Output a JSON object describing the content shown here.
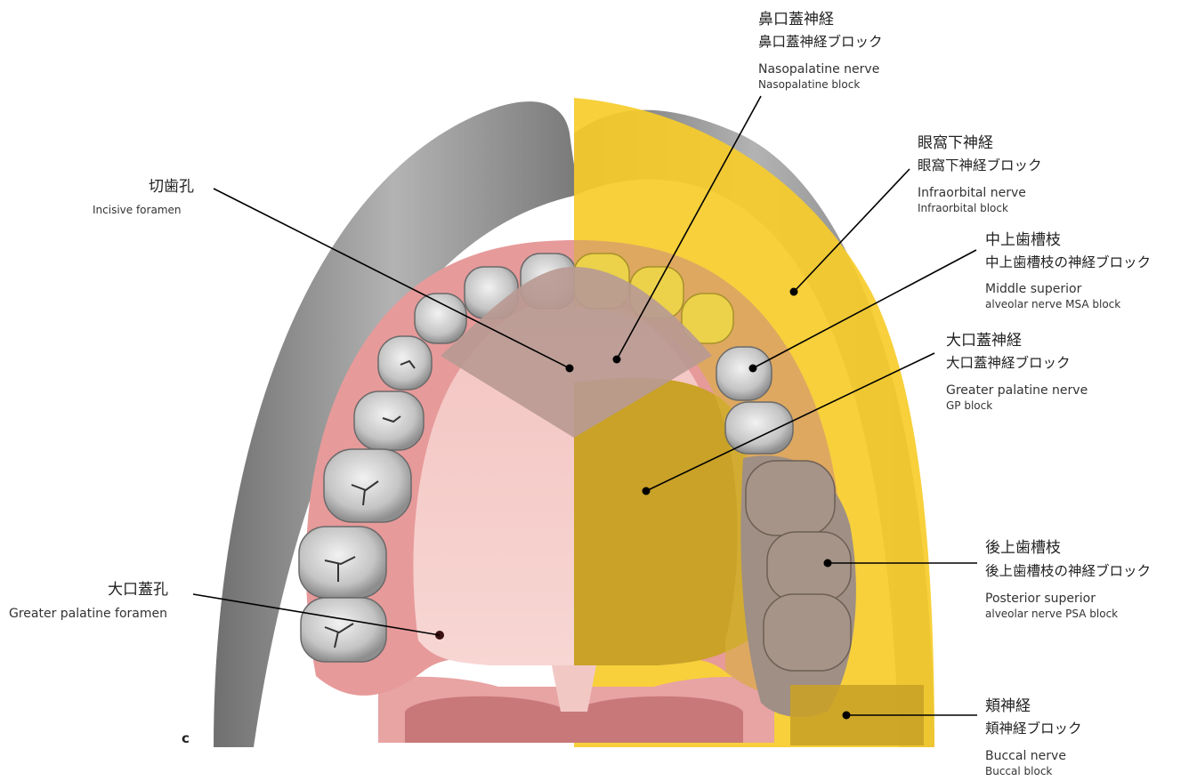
{
  "panel_label": "c",
  "labels": {
    "nasopalatine": {
      "jp_name": "鼻口蓋神経",
      "jp_block": "鼻口蓋神経ブロック",
      "en_name": "Nasopalatine nerve",
      "en_block": "Nasopalatine block"
    },
    "incisive": {
      "jp_name": "切歯孔",
      "en_name": "Incisive foramen"
    },
    "infraorbital": {
      "jp_name": "眼窩下神経",
      "jp_block": "眼窩下神経ブロック",
      "en_name": "Infraorbital nerve",
      "en_block": "Infraorbital block"
    },
    "msa": {
      "jp_name": "中上歯槽枝",
      "jp_block": "中上歯槽枝の神経ブロック",
      "en_name": "Middle superior",
      "en_block": "alveolar nerve MSA block"
    },
    "greater_palatine": {
      "jp_name": "大口蓋神経",
      "jp_block": "大口蓋神経ブロック",
      "en_name": "Greater palatine nerve",
      "en_block": "GP block"
    },
    "gp_foramen": {
      "jp_name": "大口蓋孔",
      "en_name": "Greater palatine foramen"
    },
    "psa": {
      "jp_name": "後上歯槽枝",
      "jp_block": "後上歯槽枝の神経ブロック",
      "en_name": "Posterior superior",
      "en_block": "alveolar nerve PSA block"
    },
    "buccal": {
      "jp_name": "頬神経",
      "jp_block": "頬神経ブロック",
      "en_name": "Buccal nerve",
      "en_block": "Buccal block"
    }
  },
  "colors": {
    "infraorbital_zone": "#f6cc2a",
    "gp_zone": "#c9a227",
    "nasopalatine_zone": "#b89a92",
    "psa_zone": "#9f8f84",
    "palate": "#f0b9b6",
    "gum": "#e79a9a",
    "bone": "#8c8c8c",
    "tooth": "#c8c8c8",
    "leader_line": "#000000"
  }
}
